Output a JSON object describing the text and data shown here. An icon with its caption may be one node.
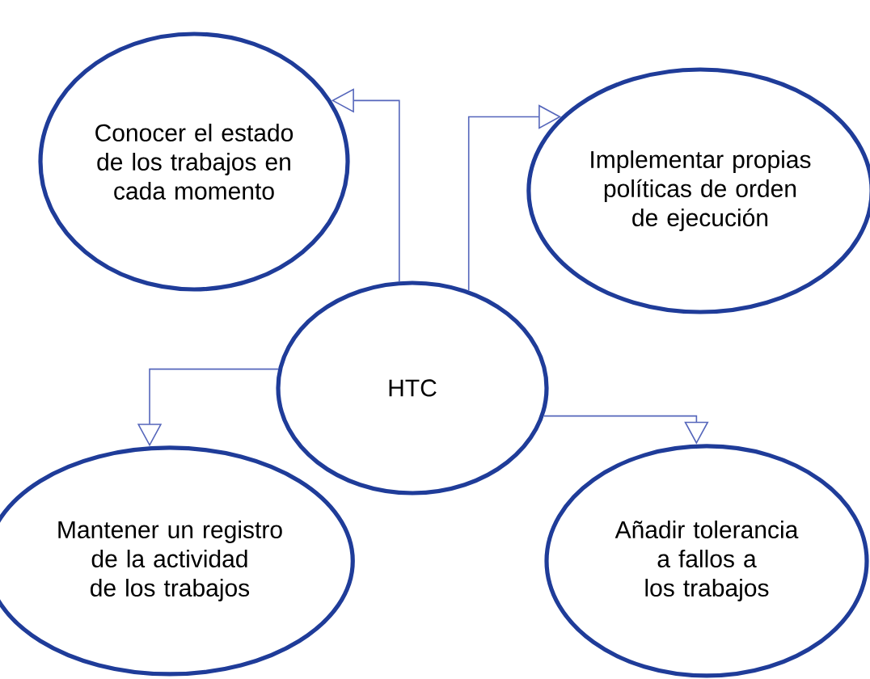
{
  "diagram": {
    "nodes": [
      {
        "text": [
          "HTC"
        ]
      },
      {
        "text": [
          "Conocer el estado de los trabajos en cada momento"
        ]
      },
      {
        "text": [
          "Implementar propias políticas de orden de ejecución"
        ]
      },
      {
        "text": [
          "Mantener un registro de la actividad de los trabajos"
        ]
      },
      {
        "text": [
          "Añadir tolerancia a fallos a los trabajos"
        ]
      }
    ],
    "edges": [
      {
        "from": 0,
        "to": 1,
        "arrow": "to"
      },
      {
        "from": 0,
        "to": 2,
        "arrow": "to"
      },
      {
        "from": 0,
        "to": 3,
        "arrow": "to"
      },
      {
        "from": 0,
        "to": 4,
        "arrow": "to"
      }
    ]
  }
}
